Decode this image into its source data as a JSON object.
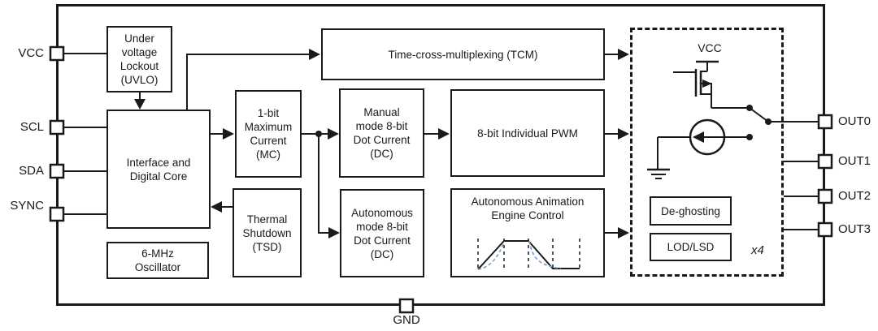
{
  "diagram": {
    "pins": {
      "vcc": "VCC",
      "scl": "SCL",
      "sda": "SDA",
      "sync": "SYNC",
      "out0": "OUT0",
      "out1": "OUT1",
      "out2": "OUT2",
      "out3": "OUT3",
      "gnd": "GND"
    },
    "blocks": {
      "uvlo": "Under\nvoltage\nLockout\n(UVLO)",
      "interface": "Interface and\nDigital Core",
      "oscillator": "6-MHz\nOscillator",
      "max_current": "1-bit\nMaximum\nCurrent\n(MC)",
      "thermal_shutdown": "Thermal\nShutdown\n(TSD)",
      "manual_dot_current": "Manual\nmode 8-bit\nDot Current\n(DC)",
      "autonomous_dot_current": "Autonomous\nmode 8-bit\nDot Current\n(DC)",
      "tcm": "Time-cross-multiplexing (TCM)",
      "pwm": "8-bit Individual PWM",
      "animation_engine": "Autonomous Animation\nEngine Control",
      "deghosting": "De-ghosting",
      "lod_lsd": "LOD/LSD"
    },
    "output_stage": {
      "vcc_label": "VCC",
      "multiplier_label": "x4"
    },
    "colors": {
      "line": "#1a1a1a",
      "waveform_accent": "#6f9fd0",
      "background": "#ffffff"
    }
  }
}
